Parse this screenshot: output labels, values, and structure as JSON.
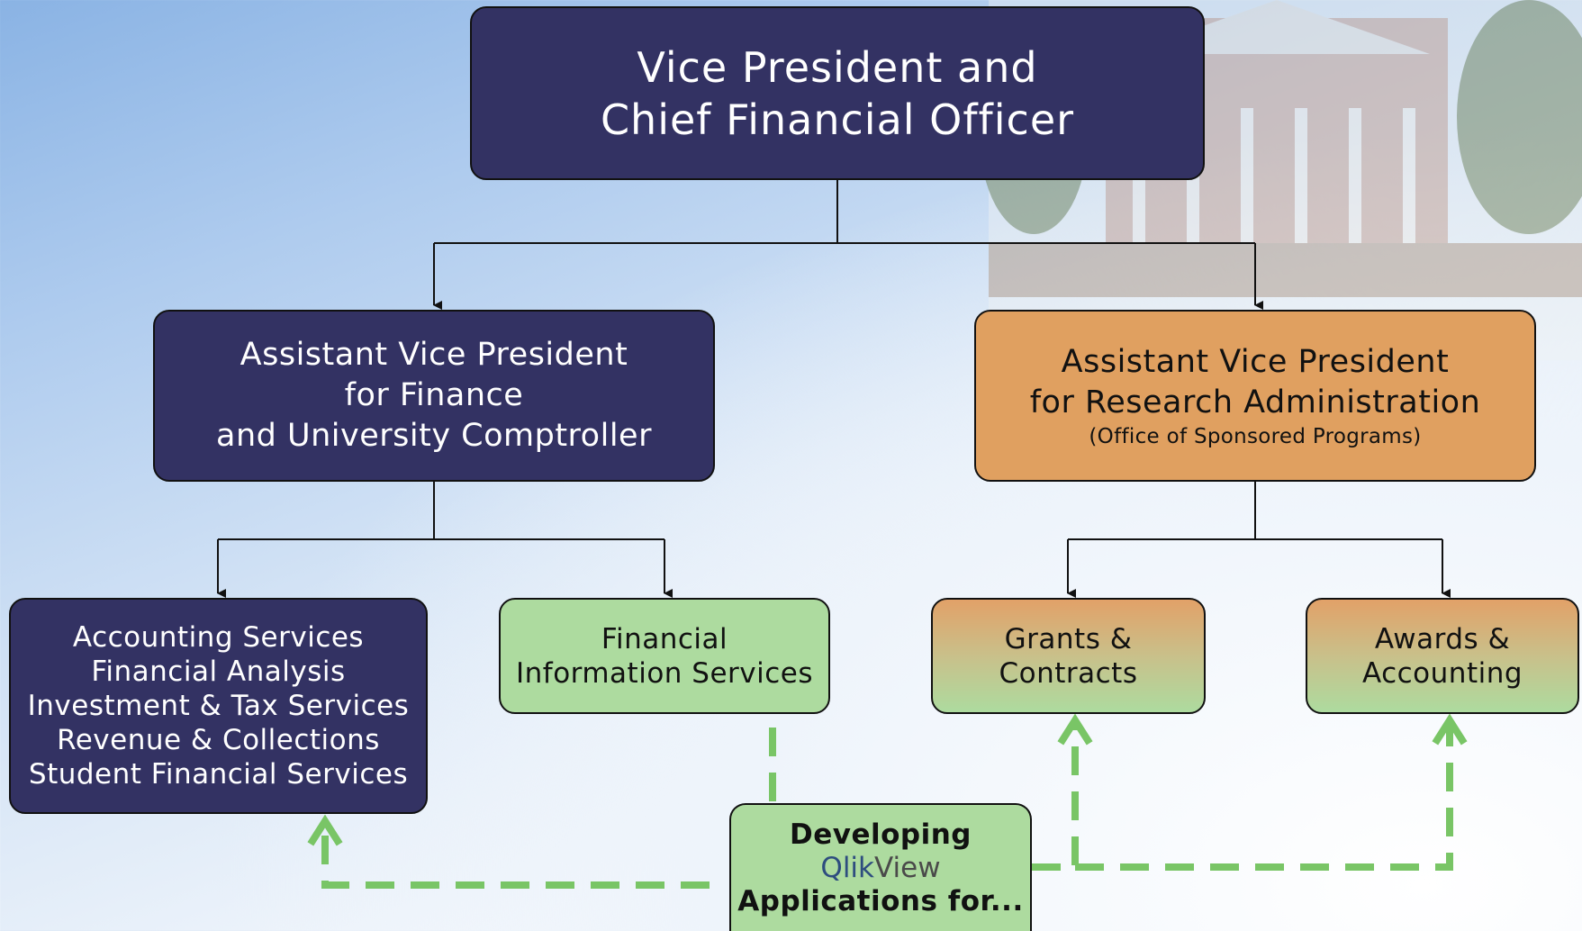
{
  "top": {
    "line1": "Vice President and",
    "line2": "Chief Financial Officer"
  },
  "finance": {
    "line1": "Assistant Vice President",
    "line2": "for Finance",
    "line3": "and University Comptroller"
  },
  "research": {
    "line1": "Assistant Vice President",
    "line2": "for Research Administration",
    "line3": "(Office of Sponsored Programs)"
  },
  "accounting": {
    "items": [
      "Accounting Services",
      "Financial Analysis",
      "Investment & Tax Services",
      "Revenue & Collections",
      "Student Financial Services"
    ]
  },
  "fis": {
    "line1": "Financial",
    "line2": "Information Services"
  },
  "grants": {
    "line1": "Grants &",
    "line2": "Contracts"
  },
  "awards": {
    "line1": "Awards &",
    "line2": "Accounting"
  },
  "developing": {
    "line1": "Developing",
    "qlik": "Qlik",
    "view": "View",
    "line3": "Applications for..."
  },
  "colors": {
    "navy": "#333263",
    "orange": "#e0a060",
    "green": "#addb9f",
    "dashed_arrow": "#79c566"
  }
}
